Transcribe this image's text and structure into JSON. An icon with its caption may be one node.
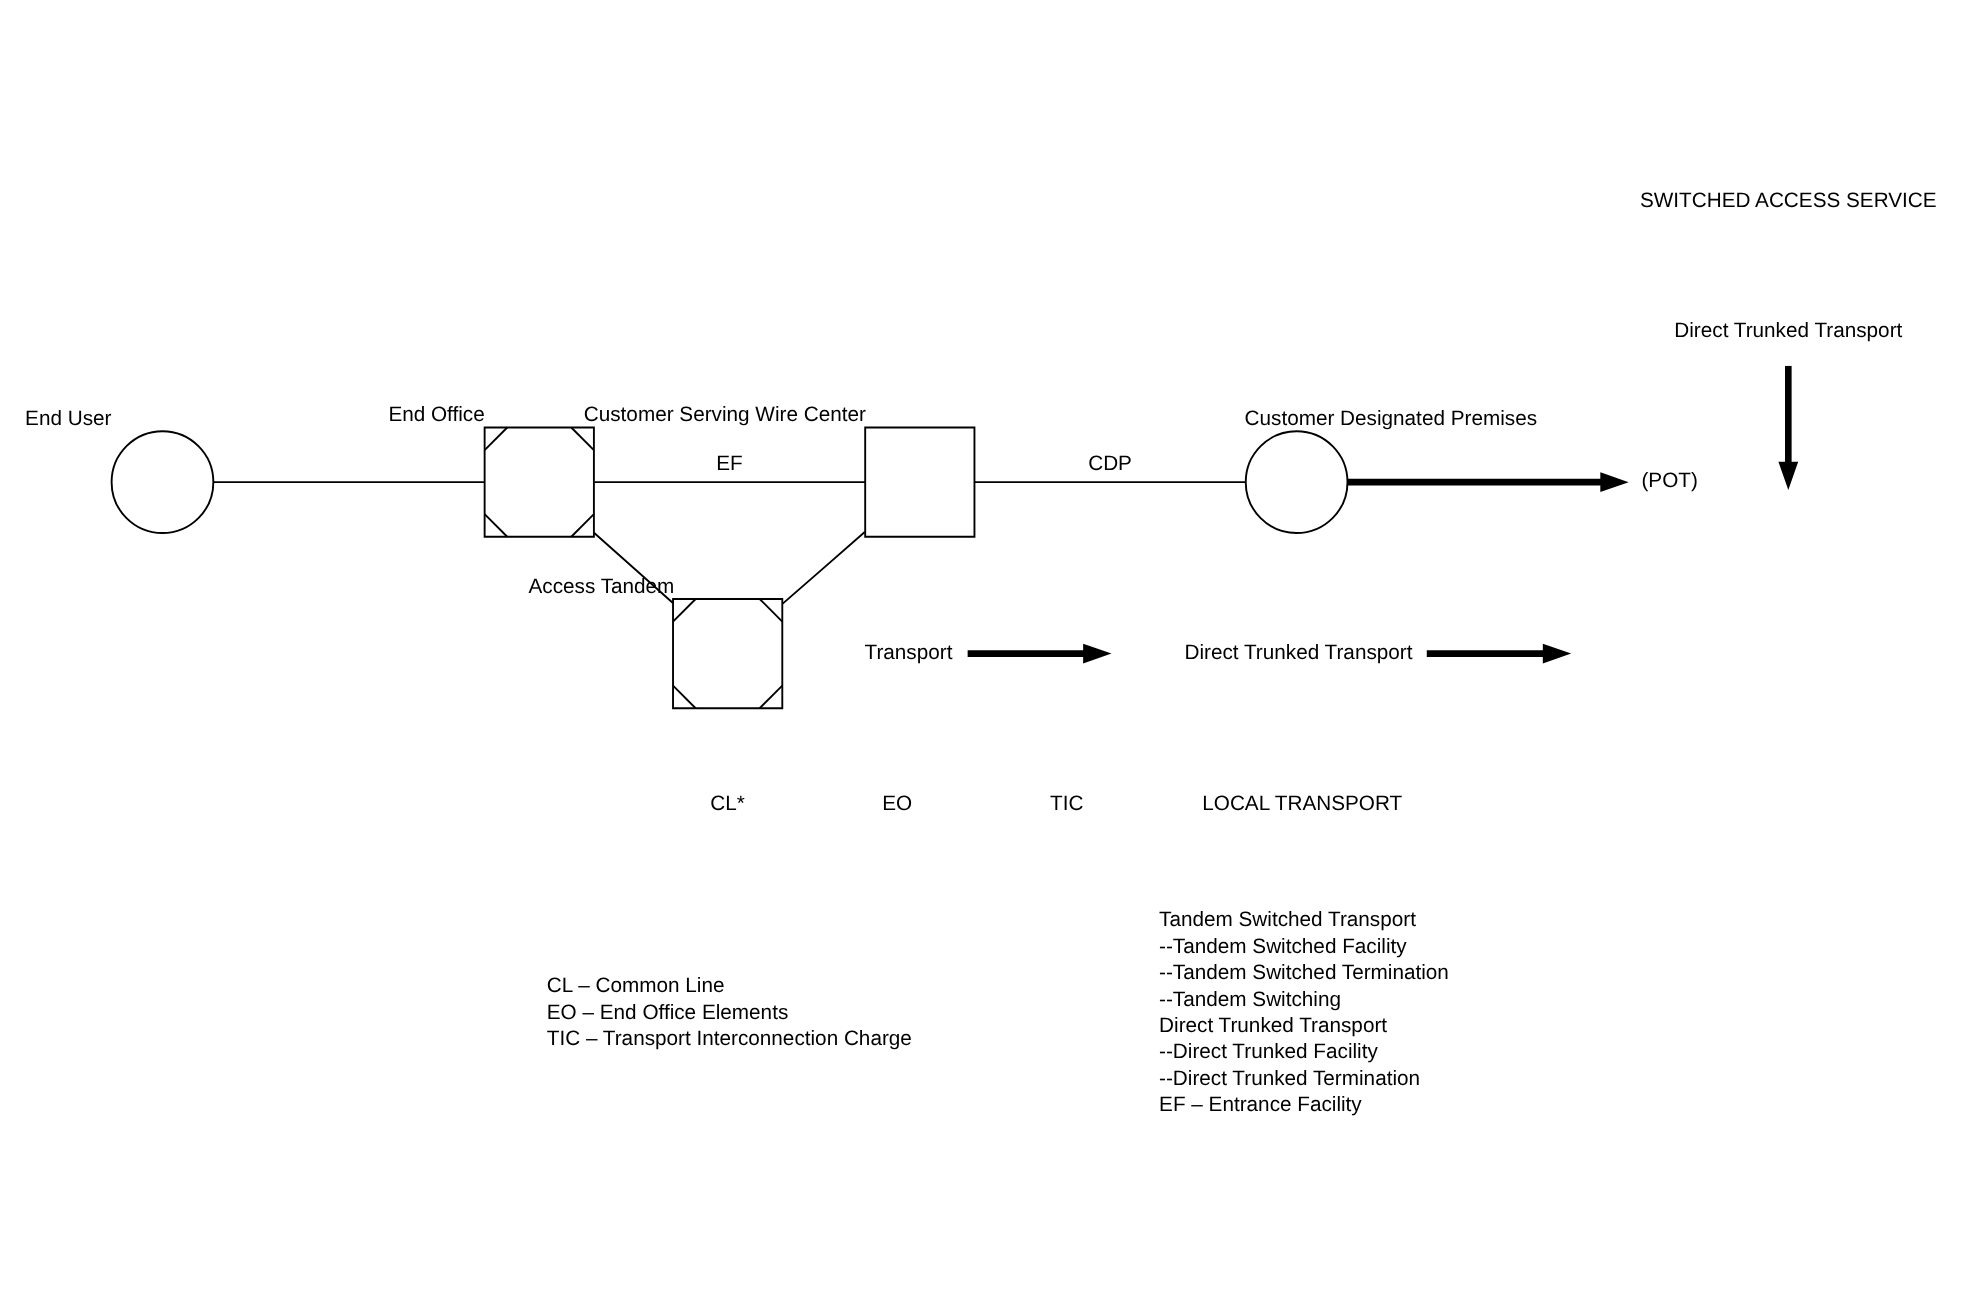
{
  "diagram": {
    "nodes": [
      {
        "text": [
          "End User"
        ]
      },
      {
        "text": [
          "End Office"
        ]
      },
      {
        "text": [
          "Customer Serving Wire Center"
        ]
      },
      {
        "text": [
          "Customer Designated Premises"
        ]
      },
      {
        "text": [
          "Access Tandem"
        ]
      },
      {
        "text": [
          "(POT)"
        ]
      },
      {
        "text": [
          "Direct Trunked Transport"
        ]
      },
      {
        "text": [
          "Transport"
        ]
      },
      {
        "text": [
          "Direct Trunked Transport"
        ]
      }
    ],
    "edges": [
      {
        "from": 0,
        "to": 1,
        "arrow": "none"
      },
      {
        "from": 1,
        "to": 2,
        "arrow": "none",
        "label": "EF"
      },
      {
        "from": 2,
        "to": 3,
        "arrow": "none",
        "label": "CDP"
      },
      {
        "from": 1,
        "to": 4,
        "arrow": "none"
      },
      {
        "from": 4,
        "to": 2,
        "arrow": "none"
      },
      {
        "from": 3,
        "to": 5,
        "arrow": "to",
        "style": "thick"
      },
      {
        "from": 6,
        "to": null,
        "arrow": "to",
        "style": "thick"
      },
      {
        "from": 7,
        "to": null,
        "arrow": "to",
        "style": "thick"
      },
      {
        "from": 8,
        "to": null,
        "arrow": "to",
        "style": "thick"
      }
    ],
    "labels": [
      "SWITCHED ACCESS SERVICE",
      "CL*",
      "EO",
      "TIC",
      "LOCAL TRANSPORT",
      "CL – Common Line",
      "EO – End Office Elements",
      "TIC – Transport Interconnection Charge",
      "Tandem Switched Transport",
      "--Tandem Switched Facility",
      "--Tandem Switched Termination",
      "--Tandem Switching",
      "Direct Trunked Transport",
      "--Direct Trunked Facility",
      "--Direct Trunked Termination",
      "EF – Entrance Facility"
    ]
  }
}
